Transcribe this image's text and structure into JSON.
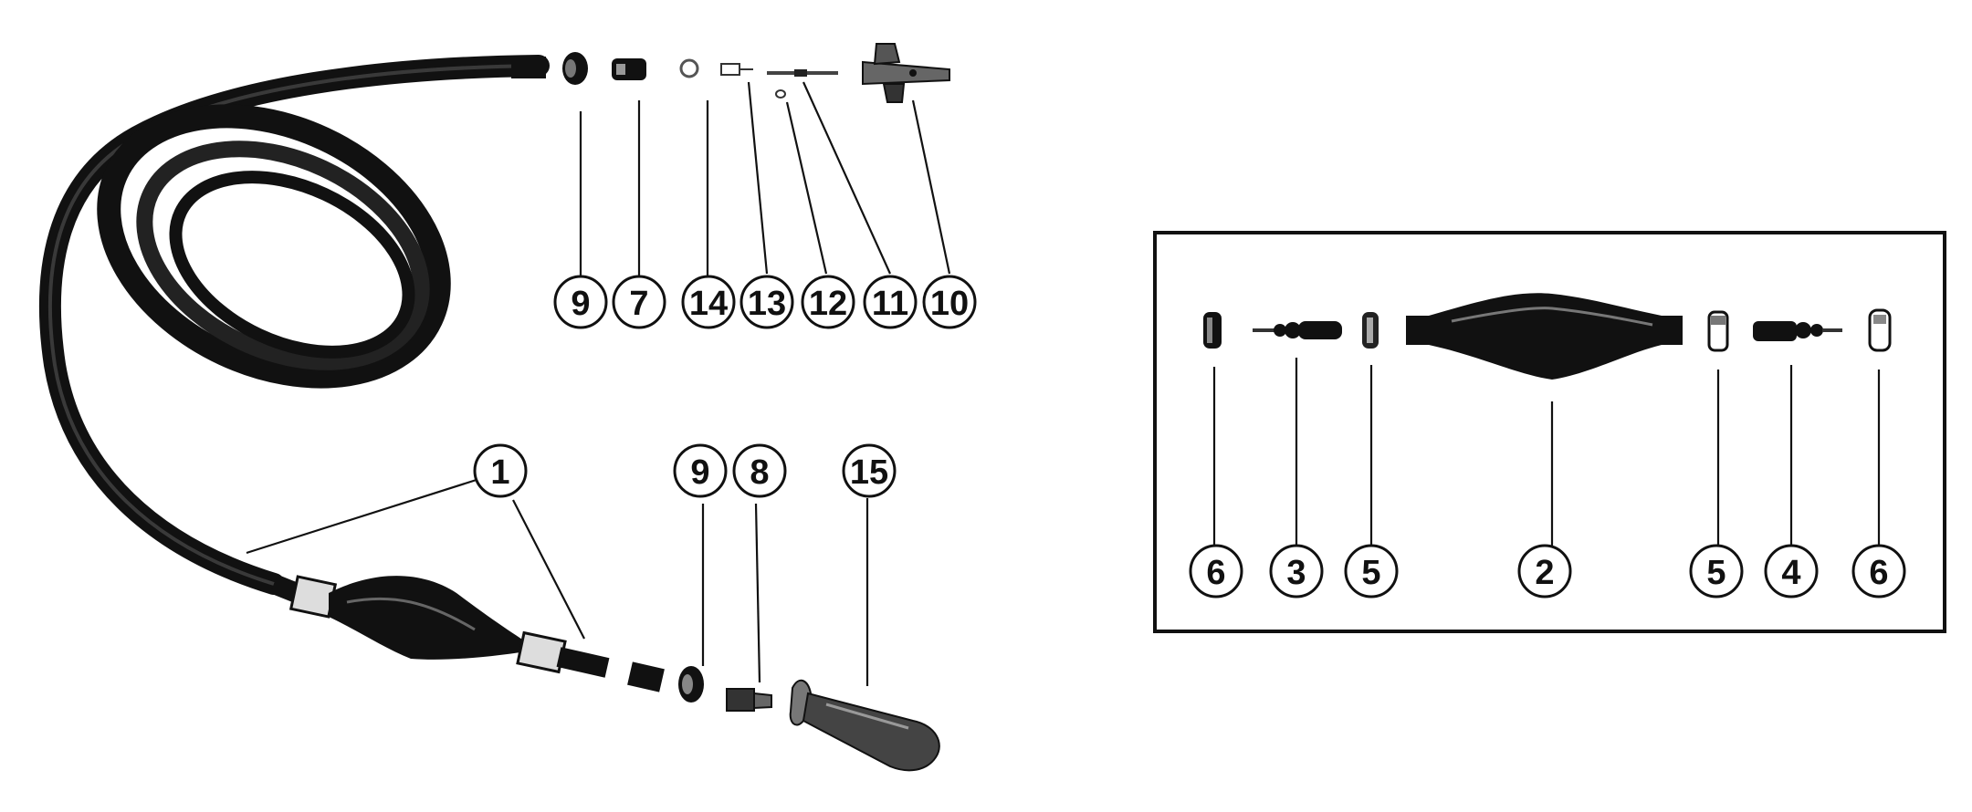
{
  "diagram": {
    "callouts_main": [
      "9",
      "7",
      "14",
      "13",
      "12",
      "11",
      "10"
    ],
    "callouts_hose": [
      "1",
      "9",
      "8",
      "15"
    ],
    "callouts_inset": [
      "6",
      "3",
      "5",
      "2",
      "5",
      "4",
      "6"
    ]
  },
  "colors": {
    "ink": "#111111",
    "paper": "#ffffff"
  }
}
